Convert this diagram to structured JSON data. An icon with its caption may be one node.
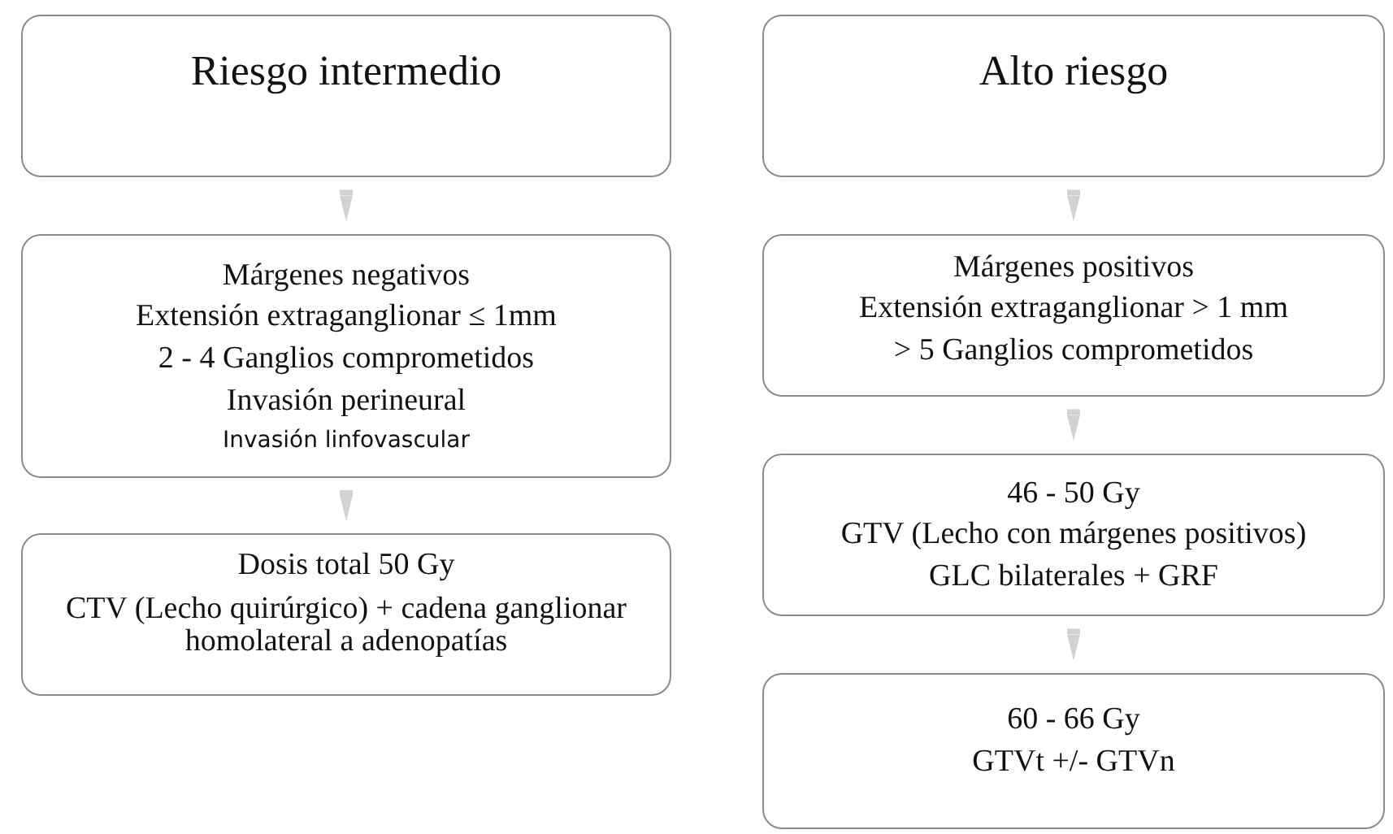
{
  "diagram": {
    "nodes": [
      {
        "text": [
          "Riesgo intermedio"
        ]
      },
      {
        "text": [
          "Márgenes negativos",
          "Extensión extraganglionar ≤ 1mm",
          "2 - 4 Ganglios comprometidos",
          "Invasión perineural",
          "Invasión linfovascular"
        ]
      },
      {
        "text": [
          "Dosis total 50 Gy",
          "CTV (Lecho quirúrgico) + cadena ganglionar homolateral a adenopatías"
        ]
      },
      {
        "text": [
          "Alto riesgo"
        ]
      },
      {
        "text": [
          "Márgenes positivos",
          "Extensión extraganglionar > 1 mm",
          "> 5 Ganglios comprometidos"
        ]
      },
      {
        "text": [
          "46 - 50 Gy",
          "GTV (Lecho con márgenes positivos)",
          "GLC bilaterales + GRF"
        ]
      },
      {
        "text": [
          "60 - 66 Gy",
          "GTVt +/- GTVn"
        ]
      }
    ],
    "edges": [
      {
        "from": 0,
        "to": 1,
        "arrow": "to"
      },
      {
        "from": 1,
        "to": 2,
        "arrow": "to"
      },
      {
        "from": 3,
        "to": 4,
        "arrow": "to"
      },
      {
        "from": 4,
        "to": 5,
        "arrow": "to"
      },
      {
        "from": 5,
        "to": 6,
        "arrow": "to"
      }
    ]
  }
}
